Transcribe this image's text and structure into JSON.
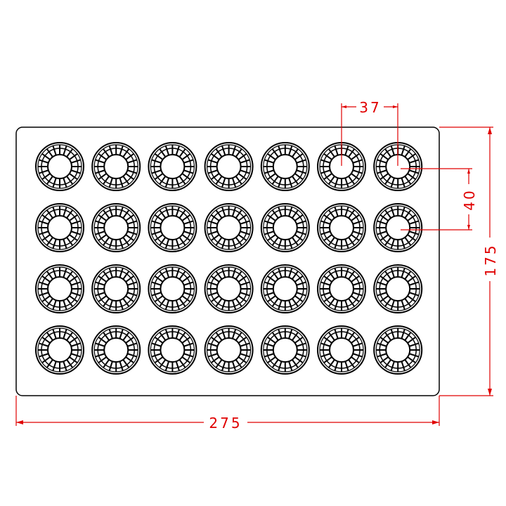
{
  "drawing": {
    "rows": 4,
    "columns": 7,
    "spokes_per_cavity": 20,
    "line_color": "#000000",
    "dimension_color": "#e00000"
  },
  "dimensions": {
    "width": "275",
    "height": "175",
    "column_pitch": "37",
    "row_pitch": "40"
  }
}
